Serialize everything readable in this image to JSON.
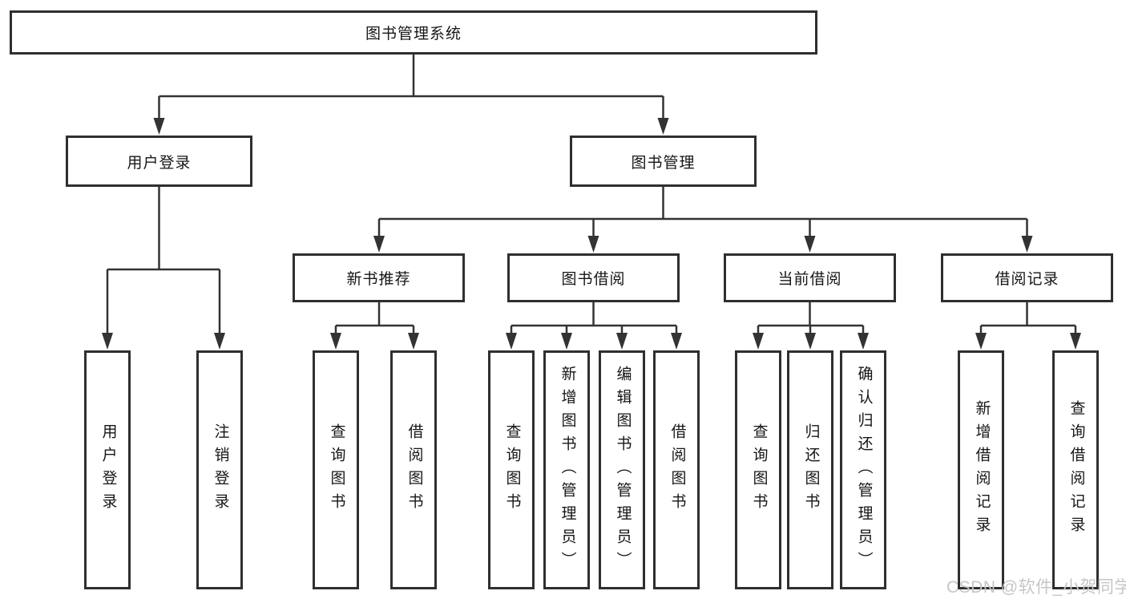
{
  "nodes": {
    "root": "图书管理系统",
    "branches": [
      {
        "label": "用户登录",
        "children": [
          "用户登录",
          "注销登录"
        ]
      },
      {
        "label": "图书管理",
        "sections": [
          {
            "label": "新书推荐",
            "children": [
              "查询图书",
              "借阅图书"
            ]
          },
          {
            "label": "图书借阅",
            "children": [
              "查询图书",
              "新增图书（管理员）",
              "编辑图书（管理员）",
              "借阅图书"
            ]
          },
          {
            "label": "当前借阅",
            "children": [
              "查询图书",
              "归还图书",
              "确认归还（管理员）"
            ]
          },
          {
            "label": "借阅记录",
            "children": [
              "新增借阅记录",
              "查询借阅记录"
            ]
          }
        ]
      }
    ]
  },
  "watermark": {
    "text": "CSDN @软件_小贺同学"
  },
  "colors": {
    "line": "#333333",
    "box_border": "#2f2f2f",
    "box_fill": "#ffffff",
    "text": "#161616",
    "watermark": "#c6c6c6"
  }
}
